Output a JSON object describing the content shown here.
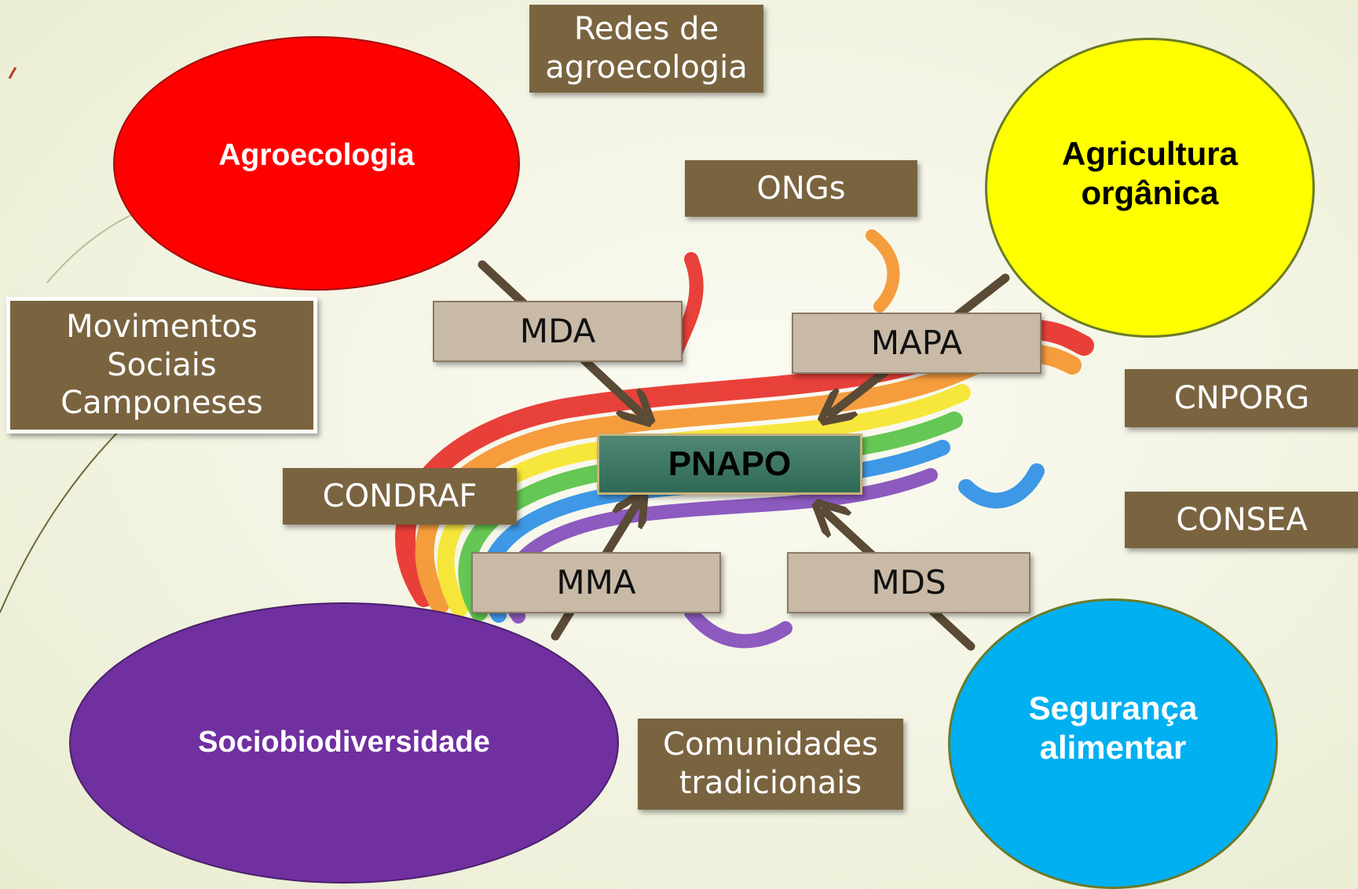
{
  "colors": {
    "agroecologia": "#ff0000",
    "agricultura": "#ffff00",
    "sociobio": "#7030a0",
    "seguranca": "#00b0f0",
    "actor_box": "#7a6440",
    "agency_box": "#c8baa6",
    "center_box": "#3d7a64",
    "arrow": "#5a4a36"
  },
  "ellipses": {
    "agroecologia": "Agroecologia",
    "agricultura": "Agricultura\norgânica",
    "sociobio": "Sociobiodiversidade",
    "seguranca": "Segurança\nalimentar"
  },
  "center": "PNAPO",
  "agencies": {
    "mda": "MDA",
    "mapa": "MAPA",
    "mma": "MMA",
    "mds": "MDS"
  },
  "actors": {
    "redes": "Redes de\nagroecologia",
    "ongs": "ONGs",
    "movimentos": "Movimentos\nSociais\nCamponeses",
    "condraf": "CONDRAF",
    "cnporg": "CNPORG",
    "consea": "CONSEA",
    "comunidades": "Comunidades\ntradicionais"
  }
}
